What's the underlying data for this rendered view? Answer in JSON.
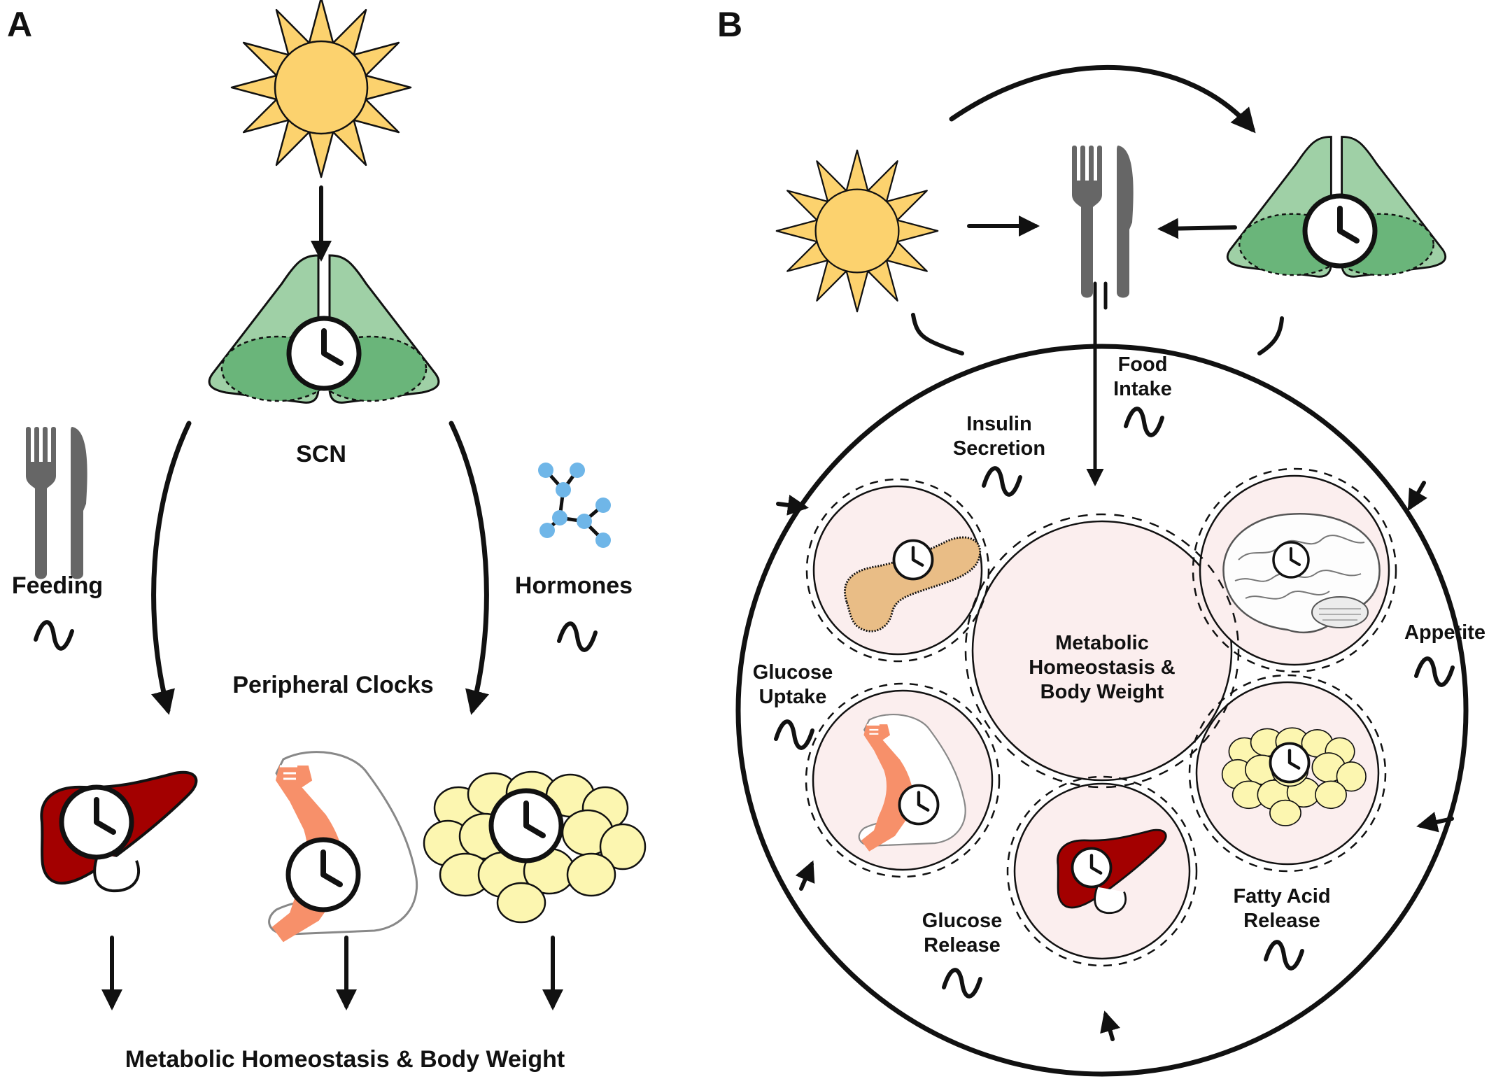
{
  "panels": {
    "a": {
      "letter": "A",
      "scn_label": "SCN",
      "feeding_label": "Feeding",
      "hormones_label": "Hormones",
      "peripheral_label": "Peripheral Clocks",
      "bottom_label": "Metabolic Homeostasis & Body Weight"
    },
    "b": {
      "letter": "B",
      "food_intake": [
        "Food",
        "Intake"
      ],
      "insulin_secretion": [
        "Insulin",
        "Secretion"
      ],
      "appetite": "Appetite",
      "glucose_uptake": [
        "Glucose",
        "Uptake"
      ],
      "glucose_release": [
        "Glucose",
        "Release"
      ],
      "fatty_acid_release": [
        "Fatty Acid",
        "Release"
      ],
      "center": [
        "Metabolic",
        "Homeostasis &",
        "Body Weight"
      ]
    }
  },
  "colors": {
    "sun": "#fcd26e",
    "scn_light": "#9fd0a6",
    "scn_dark": "#6ab57a",
    "liver": "#a30000",
    "fat": "#fcf6b0",
    "muscle": "#f7906a",
    "pancreas": "#e9bd86",
    "cell_fill": "#fbeeee",
    "hormone": "#6fb6e8",
    "utensil": "#666666"
  },
  "icons": [
    "sun-icon",
    "scn-icon",
    "clock-icon",
    "fork-icon",
    "knife-icon",
    "hormone-molecule-icon",
    "liver-icon",
    "muscle-icon",
    "adipose-icon",
    "pancreas-icon",
    "brain-icon",
    "wave-icon"
  ]
}
